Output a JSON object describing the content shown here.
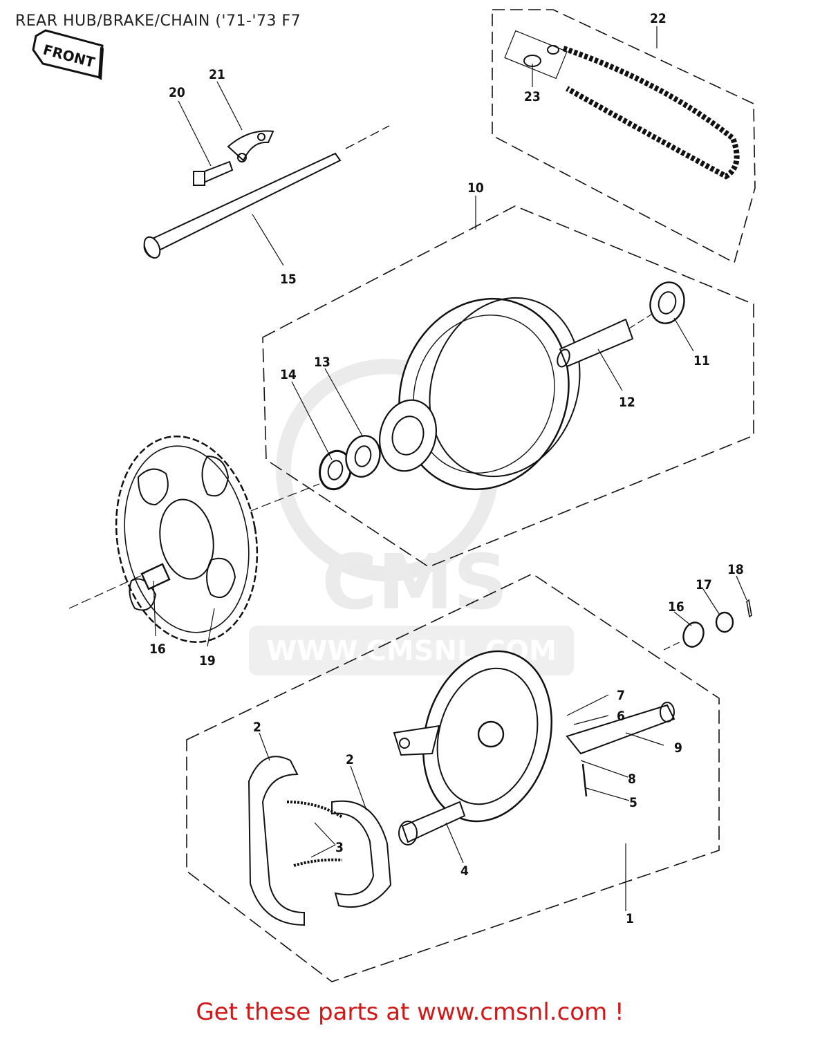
{
  "title": "REAR HUB/BRAKE/CHAIN ('71-'73 F7",
  "front_badge": "FRONT",
  "watermark": {
    "logo": "CMS",
    "url": "WWW.CMSNL.COM"
  },
  "callouts": [
    "1",
    "2",
    "2",
    "3",
    "4",
    "5",
    "6",
    "7",
    "8",
    "9",
    "10",
    "11",
    "12",
    "13",
    "14",
    "15",
    "16",
    "16",
    "17",
    "18",
    "19",
    "20",
    "21",
    "22",
    "23"
  ],
  "cta": "Get these parts at www.cmsnl.com !",
  "colors": {
    "line": "#111111",
    "cta": "#d01818",
    "watermark": "#dadada"
  }
}
